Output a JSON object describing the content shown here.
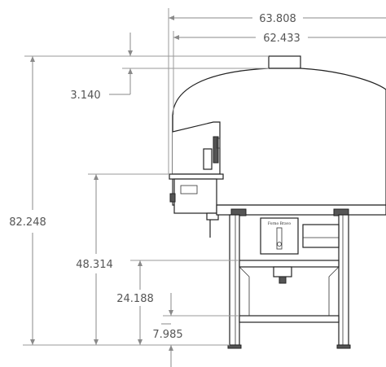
{
  "drawing": {
    "dimensions": {
      "overall_depth": "63.808",
      "dome_depth": "62.433",
      "flue_offset": "3.140",
      "overall_height": "82.248",
      "work_surface_height": "48.314",
      "lower_shelf_height": "24.188",
      "bottom_shelf_height": "7.985"
    },
    "label_plate": "Forno Bravo"
  }
}
